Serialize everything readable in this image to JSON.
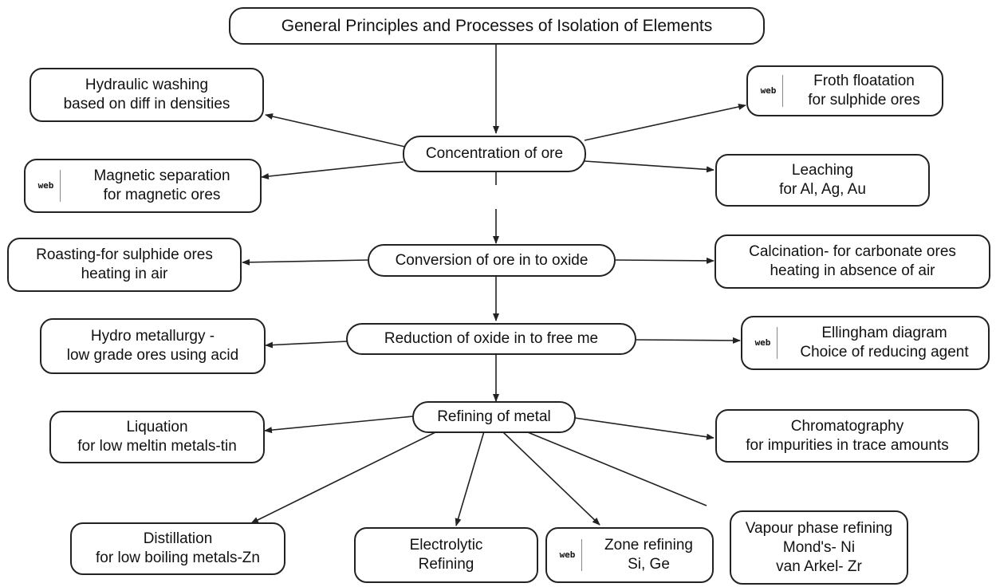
{
  "root": {
    "label": "General Principles and Processes of Isolation of Elements"
  },
  "concentration": {
    "label": "Concentration of ore",
    "hydraulic": {
      "line1": "Hydraulic washing",
      "line2": "based on diff in densities"
    },
    "froth": {
      "line1": "Froth floatation",
      "line2": "for sulphide ores",
      "badge": "web"
    },
    "magnetic": {
      "line1": "Magnetic separation",
      "line2": "for magnetic ores",
      "badge": "web"
    },
    "leaching": {
      "line1": "Leaching",
      "line2": "for Al, Ag, Au"
    }
  },
  "conversion": {
    "label": "Conversion of ore in to oxide",
    "roasting": {
      "line1": "Roasting-for sulphide ores",
      "line2": "heating in air"
    },
    "calcination": {
      "line1": "Calcination- for carbonate ores",
      "line2": "heating in absence of air"
    }
  },
  "reduction": {
    "label": "Reduction of oxide in to free me",
    "hydro": {
      "line1": "Hydro metallurgy -",
      "line2": "low grade ores using acid"
    },
    "ellingham": {
      "line1": "Ellingham diagram",
      "line2": "Choice of reducing agent",
      "badge": "web"
    }
  },
  "refining": {
    "label": "Refining of metal",
    "liquation": {
      "line1": "Liquation",
      "line2": "for low meltin metals-tin"
    },
    "chromatography": {
      "line1": "Chromatography",
      "line2": "for impurities in trace amounts"
    },
    "distillation": {
      "line1": "Distillation",
      "line2": "for low boiling metals-Zn"
    },
    "electrolytic": {
      "line1": "Electrolytic",
      "line2": "Refining"
    },
    "zone": {
      "line1": "Zone refining",
      "line2": "Si, Ge",
      "badge": "web"
    },
    "vapour": {
      "line1": "Vapour phase refining",
      "line2": "Mond's- Ni",
      "line3": "van Arkel- Zr"
    }
  },
  "colors": {
    "stroke": "#222222",
    "background": "#ffffff"
  }
}
